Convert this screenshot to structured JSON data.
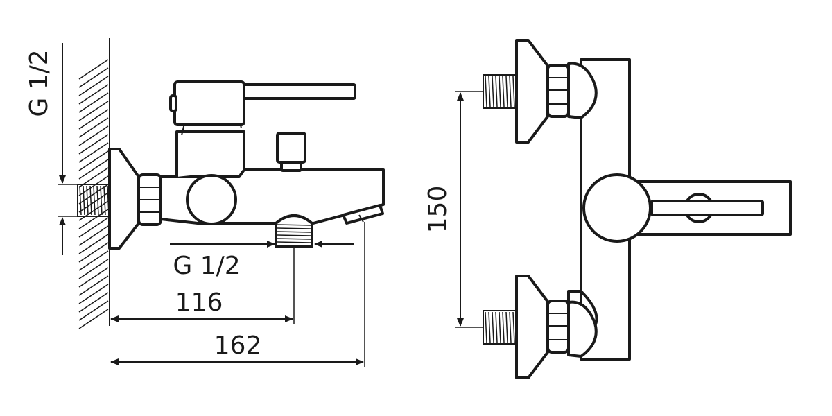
{
  "side_view": {
    "thread_inlet_label": "G 1/2",
    "thread_outlet_label": "G 1/2",
    "dim_outlet": "116",
    "dim_total": "162"
  },
  "front_view": {
    "dim_spacing": "150"
  }
}
